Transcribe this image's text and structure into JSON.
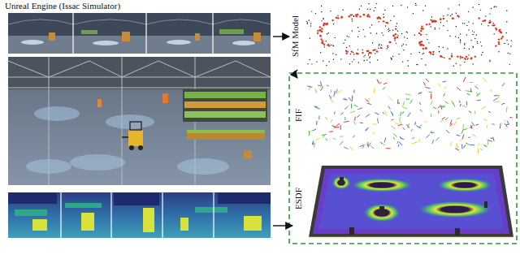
{
  "diagram": {
    "nodes": [
      {
        "text": [
          "Unreal Engine (Issac Simulator)"
        ]
      },
      {
        "text": [
          "SfM Model"
        ]
      },
      {
        "text": [
          "FIF"
        ]
      },
      {
        "text": [
          "ESDF"
        ]
      }
    ],
    "edges": [
      {
        "from": 0,
        "to": 1,
        "arrow": "to"
      },
      {
        "from": 1,
        "to": 2,
        "arrow": "to"
      },
      {
        "from": 0,
        "to": 3,
        "arrow": "to"
      }
    ]
  }
}
